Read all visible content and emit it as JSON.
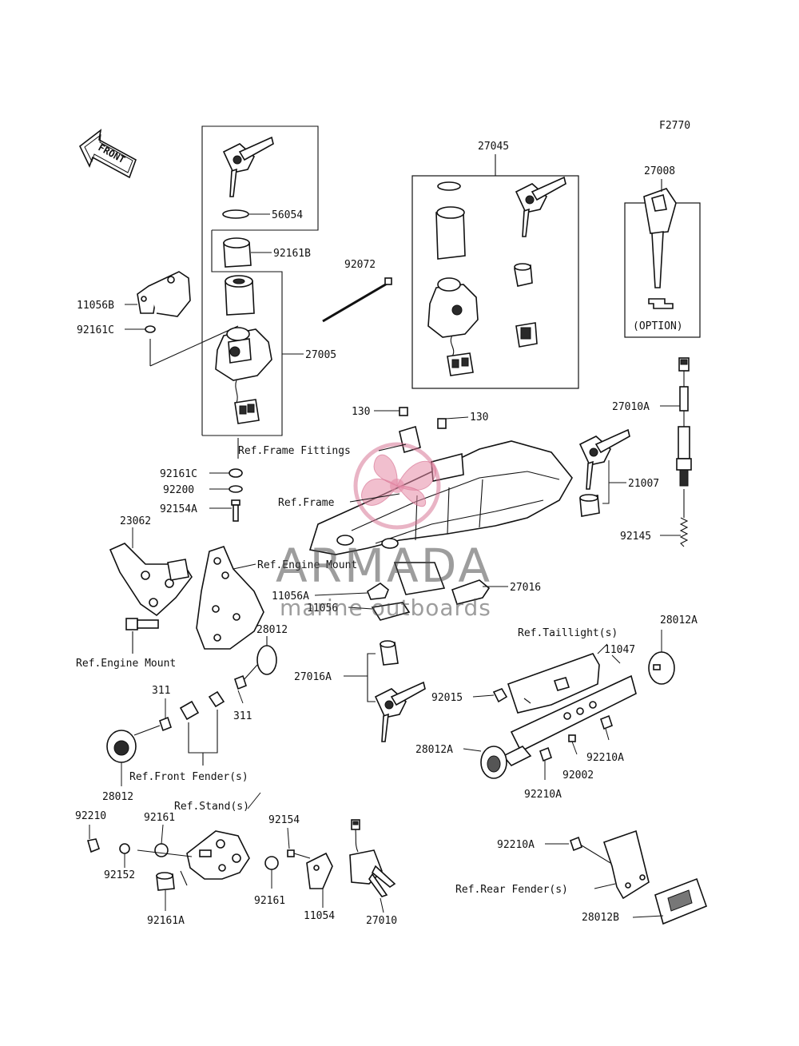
{
  "figure_code": "F2770",
  "front_label": "FRONT",
  "option_label": "(OPTION)",
  "watermark": {
    "brand": "ARMADA",
    "tagline": "marine outboards"
  },
  "labels": {
    "p56054": "56054",
    "p92161B": "92161B",
    "p11056B": "11056B",
    "p92161C_top": "92161C",
    "p27005": "27005",
    "p92161C_bot": "92161C",
    "p92200": "92200",
    "p92154A": "92154A",
    "p92072": "92072",
    "p27045": "27045",
    "p27008": "27008",
    "p27010A": "27010A",
    "p130_left": "130",
    "p130_right": "130",
    "ref_frame_fittings": "Ref.Frame Fittings",
    "ref_frame": "Ref.Frame",
    "p21007": "21007",
    "p92145": "92145",
    "p23062": "23062",
    "ref_engine_mount_top": "Ref.Engine Mount",
    "ref_engine_mount_bot": "Ref.Engine Mount",
    "p11056A": "11056A",
    "p27016": "27016",
    "p11056": "11056",
    "p27016A": "27016A",
    "p28012_top": "28012",
    "p311_left": "311",
    "p311_right": "311",
    "ref_front_fender": "Ref.Front Fender(s)",
    "p28012_bot": "28012",
    "ref_taillight": "Ref.Taillight(s)",
    "p28012A_top": "28012A",
    "p11047": "11047",
    "p92015": "92015",
    "p28012A_left": "28012A",
    "p92210A_right": "92210A",
    "p92002": "92002",
    "p92210A_bot": "92210A",
    "ref_stand": "Ref.Stand(s)",
    "p92210": "92210",
    "p92161": "92161",
    "p92154": "92154",
    "p92152": "92152",
    "p92161_bot": "92161",
    "p92161A": "92161A",
    "p11054": "11054",
    "p27010": "27010",
    "p92210A_rear": "92210A",
    "ref_rear_fender": "Ref.Rear Fender(s)",
    "p28012B": "28012B"
  }
}
